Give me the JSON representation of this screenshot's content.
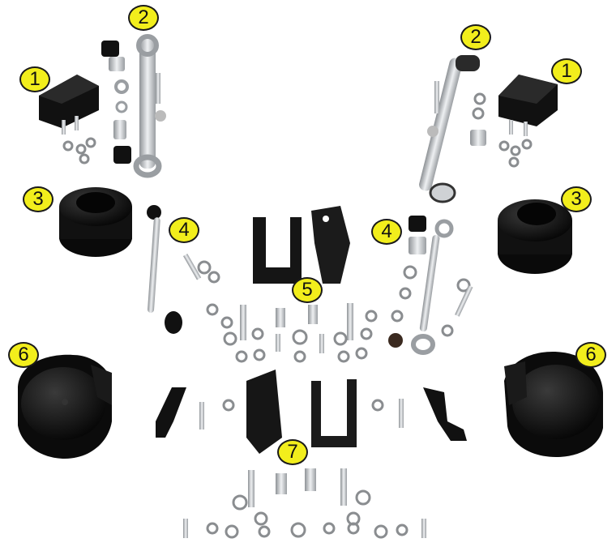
{
  "callouts": {
    "c1a": "1",
    "c1b": "1",
    "c2a": "2",
    "c2b": "2",
    "c3a": "3",
    "c3b": "3",
    "c4a": "4",
    "c4b": "4",
    "c5": "5",
    "c6a": "6",
    "c6b": "6",
    "c7": "7"
  },
  "colors": {
    "callout_fill": "#f2ee1c",
    "black_part": "#0d0d0d",
    "zinc_part": "#c9ccd0"
  }
}
